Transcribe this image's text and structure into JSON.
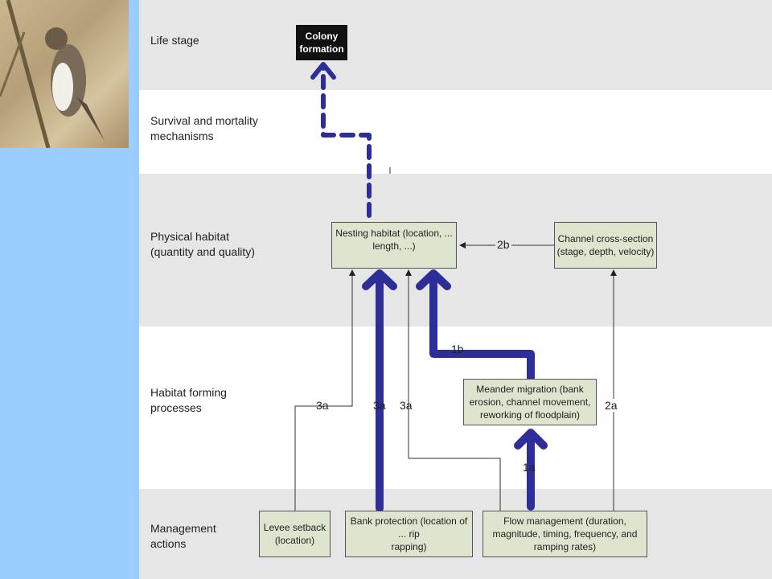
{
  "rows": {
    "life_stage": "Life stage",
    "survival": "Survival and mortality\nmechanisms",
    "physical": "Physical habitat\n(quantity and quality)",
    "habitat_forming": "Habitat forming\nprocesses",
    "management": "Management\nactions"
  },
  "boxes": {
    "colony": "Colony\nformation",
    "nesting": "Nesting habitat (location, ... length, ...)",
    "channel": "Channel cross-section\n(stage, depth, velocity)",
    "meander": "Meander migration (bank\nerosion, channel movement,\nreworking of floodplain)",
    "levee": "Levee setback\n(location)",
    "bank": "Bank protection (location of\n... rip\nrapping)",
    "flow": "Flow management (duration,\nmagnitude, timing, frequency, and\nramping rates)"
  },
  "link_labels": {
    "l3a_left": "3a",
    "l3a_mid": "3a",
    "l3a_right": "3a",
    "l2a": "2a",
    "l2b": "2b",
    "l1b": "1b",
    "l1a": "1a"
  },
  "colors": {
    "highlight": "#2e2e99",
    "sidebar": "#99ccff",
    "box_fill": "#dde5cf",
    "band_gray": "#e6e6e6"
  }
}
